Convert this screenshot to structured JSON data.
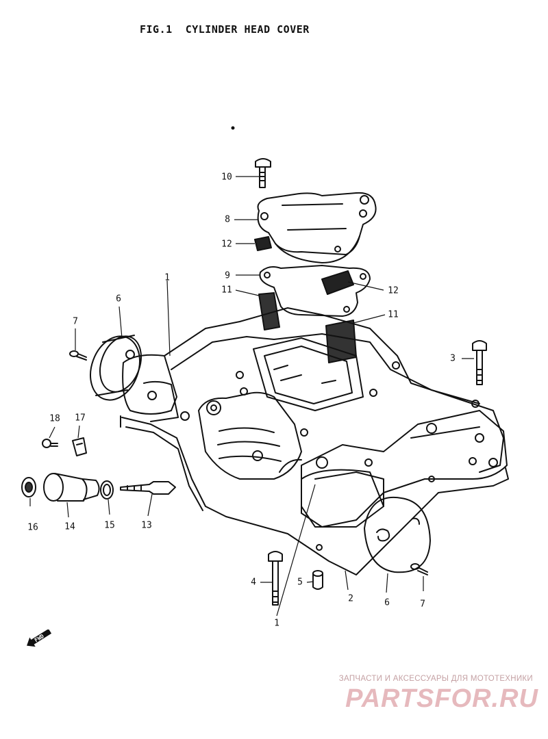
{
  "figure": {
    "title": "FIG.1  CYLINDER HEAD COVER"
  },
  "callouts": [
    "10",
    "8",
    "12",
    "9",
    "11",
    "12",
    "11",
    "1",
    "6",
    "7",
    "3",
    "18",
    "17",
    "16",
    "14",
    "15",
    "13",
    "4",
    "5",
    "2",
    "6",
    "7",
    "1"
  ],
  "fwd_label": "FWD",
  "watermark": {
    "caption": "ЗАПЧАСТИ И АКСЕССУАРЫ ДЛЯ МОТОТЕХНИКИ",
    "logo": "PARTSFOR.RU",
    "color": "#e6b9bd"
  }
}
